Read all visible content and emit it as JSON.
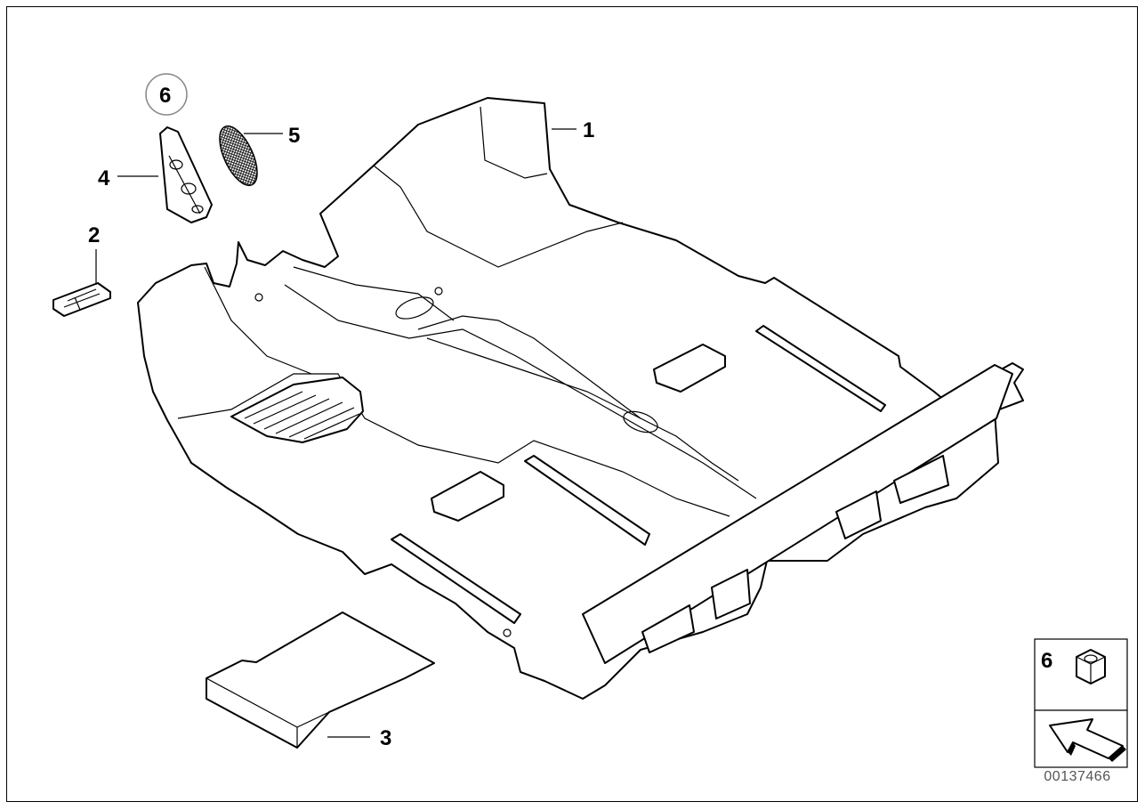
{
  "diagram": {
    "callouts": [
      {
        "id": "c1",
        "label": "1"
      },
      {
        "id": "c2",
        "label": "2"
      },
      {
        "id": "c3",
        "label": "3"
      },
      {
        "id": "c4",
        "label": "4"
      },
      {
        "id": "c5",
        "label": "5"
      },
      {
        "id": "c6",
        "label": "6"
      }
    ],
    "legend": {
      "label": "6"
    },
    "document_id": "00137466"
  }
}
